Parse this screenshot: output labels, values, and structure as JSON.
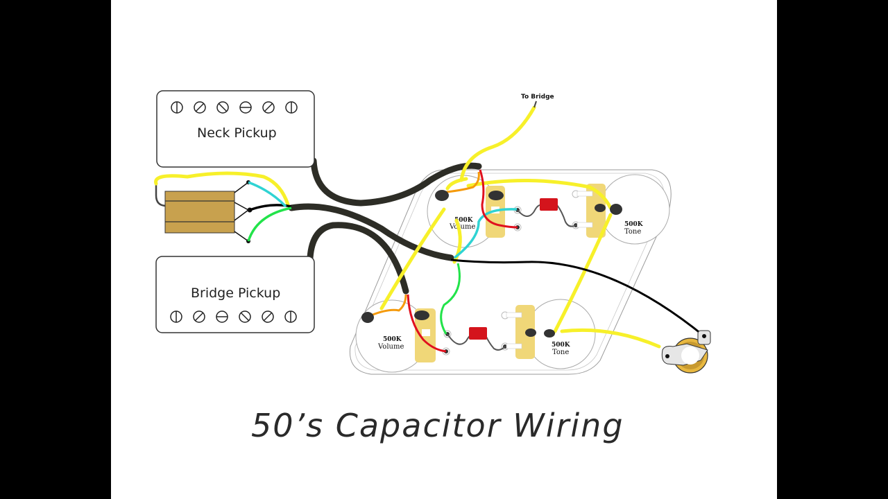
{
  "diagram": {
    "title": "50’s Capacitor Wiring",
    "to_bridge_label": "To Bridge",
    "pickups": [
      {
        "id": "neck",
        "label": "Neck Pickup",
        "screws": [
          "vertical",
          "diagonal-right",
          "diagonal-left",
          "horizontal",
          "diagonal-right",
          "vertical"
        ]
      },
      {
        "id": "bridge",
        "label": "Bridge Pickup",
        "screws": [
          "vertical",
          "diagonal-right",
          "horizontal",
          "diagonal-left",
          "diagonal-right",
          "vertical"
        ]
      }
    ],
    "pots": [
      {
        "id": "neck-volume",
        "value": "500K",
        "name": "Volume"
      },
      {
        "id": "neck-tone",
        "value": "500K",
        "name": "Tone"
      },
      {
        "id": "bridge-volume",
        "value": "500K",
        "name": "Volume"
      },
      {
        "id": "bridge-tone",
        "value": "500K",
        "name": "Tone"
      }
    ],
    "components": {
      "capacitors": 2,
      "capacitor_color": "#d4141c",
      "output_jack": "output-jack",
      "pickup_selector_switch": "toggle-switch"
    },
    "wire_colors": {
      "hot_yellow": "#f7f02a",
      "shielded_cable": "#2d2d26",
      "ground_black": "#000000",
      "cyan": "#2fd3d3",
      "green": "#22e34a",
      "orange": "#f59a0b",
      "red": "#e0101e",
      "lug_plate": "#f0d778",
      "switch_body": "#c8a14e"
    }
  }
}
